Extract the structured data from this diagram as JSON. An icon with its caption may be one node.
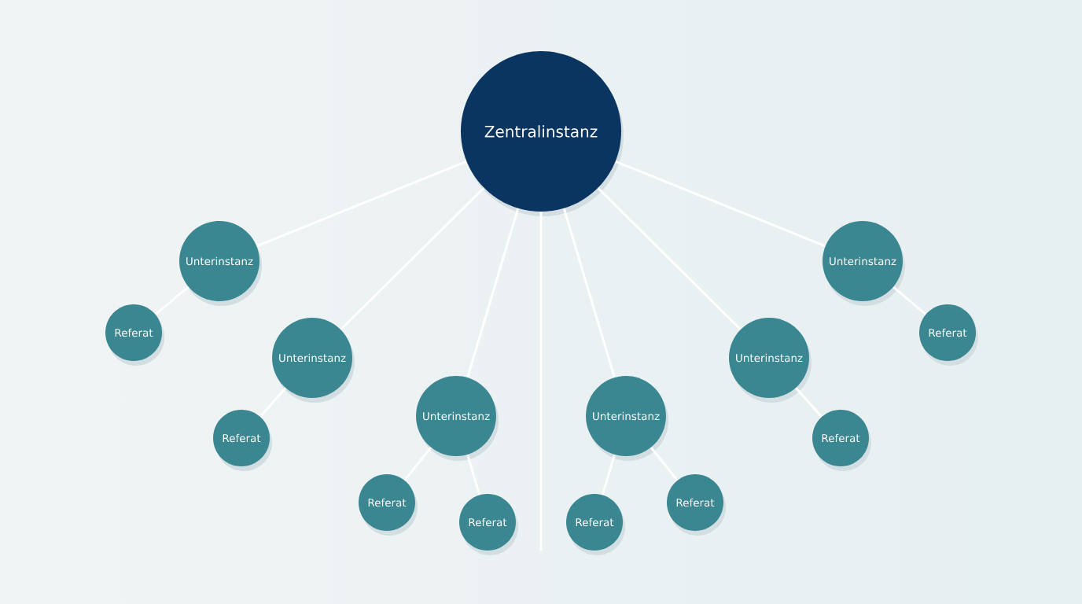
{
  "diagram": {
    "nodes": [
      {
        "text": [
          "Zentralinstanz"
        ]
      },
      {
        "text": [
          "Unterinstanz"
        ]
      },
      {
        "text": [
          "Referat"
        ]
      },
      {
        "text": [
          "Unterinstanz"
        ]
      },
      {
        "text": [
          "Referat"
        ]
      },
      {
        "text": [
          "Unterinstanz"
        ]
      },
      {
        "text": [
          "Referat"
        ]
      },
      {
        "text": [
          "Referat"
        ]
      },
      {
        "text": [
          "Unterinstanz"
        ]
      },
      {
        "text": [
          "Referat"
        ]
      },
      {
        "text": [
          "Referat"
        ]
      },
      {
        "text": [
          "Unterinstanz"
        ]
      },
      {
        "text": [
          "Referat"
        ]
      },
      {
        "text": [
          "Unterinstanz"
        ]
      },
      {
        "text": [
          "Referat"
        ]
      }
    ],
    "edges": [
      {
        "from": 0,
        "to": 1,
        "arrow": "none"
      },
      {
        "from": 0,
        "to": 3,
        "arrow": "none"
      },
      {
        "from": 0,
        "to": 5,
        "arrow": "none"
      },
      {
        "from": 0,
        "to": null,
        "arrow": "none"
      },
      {
        "from": 0,
        "to": 8,
        "arrow": "none"
      },
      {
        "from": 0,
        "to": 11,
        "arrow": "none"
      },
      {
        "from": 0,
        "to": 13,
        "arrow": "none"
      },
      {
        "from": 1,
        "to": 2,
        "arrow": "none"
      },
      {
        "from": 3,
        "to": 4,
        "arrow": "none"
      },
      {
        "from": 5,
        "to": 6,
        "arrow": "none"
      },
      {
        "from": 5,
        "to": 7,
        "arrow": "none"
      },
      {
        "from": 8,
        "to": 9,
        "arrow": "none"
      },
      {
        "from": 8,
        "to": 10,
        "arrow": "none"
      },
      {
        "from": 11,
        "to": 12,
        "arrow": "none"
      },
      {
        "from": 13,
        "to": 14,
        "arrow": "none"
      }
    ]
  }
}
